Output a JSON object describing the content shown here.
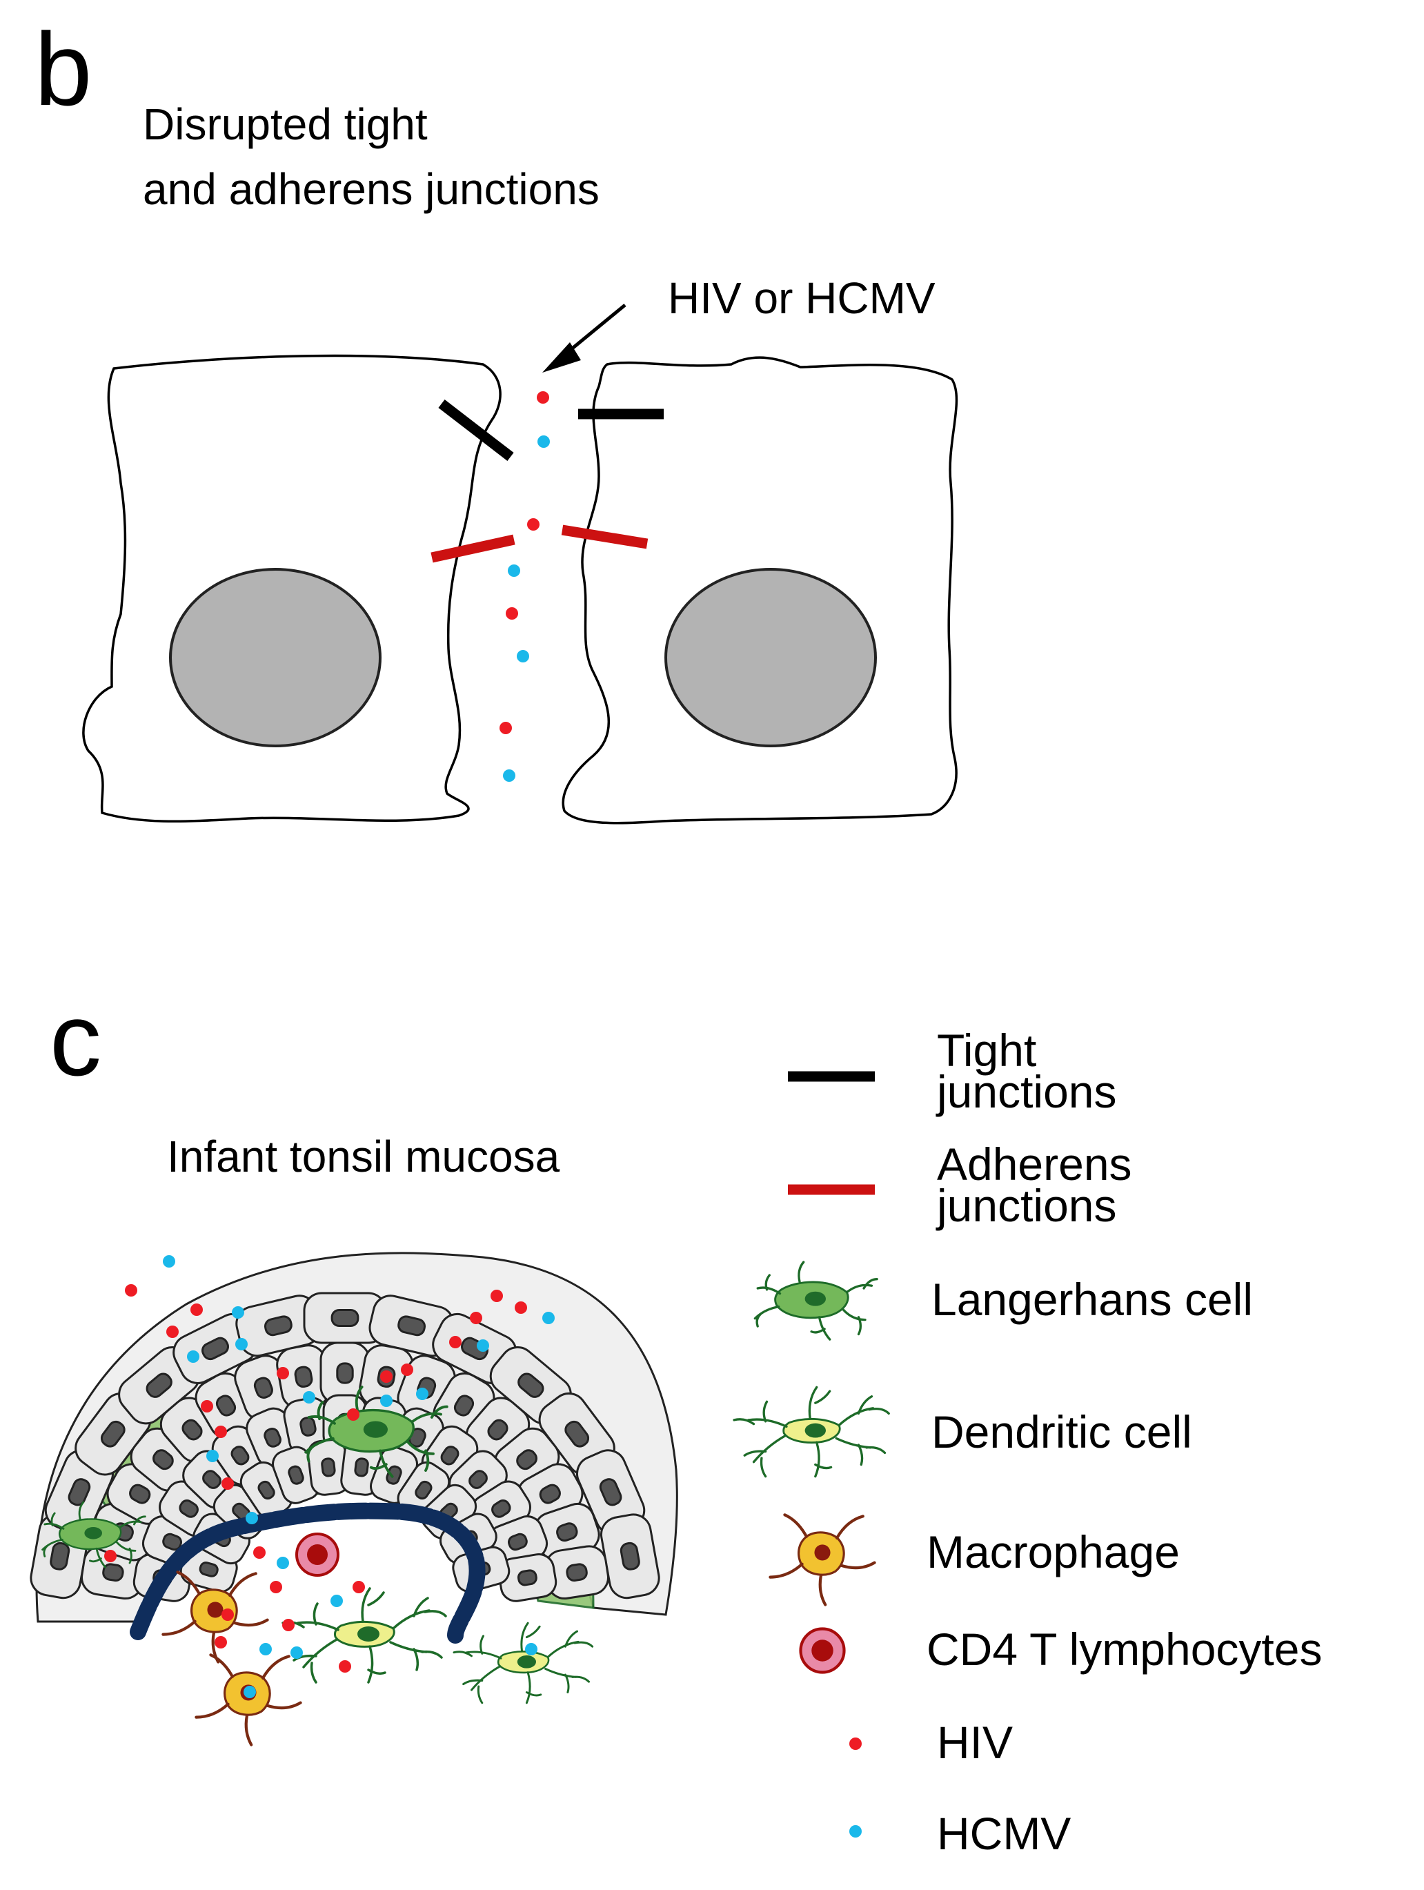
{
  "panel_b": {
    "letter": "b",
    "title_line1": "Disrupted tight",
    "title_line2": "and adherens junctions",
    "virus_label": "HIV or HCMV"
  },
  "panel_c": {
    "letter": "c",
    "title": "Infant tonsil mucosa"
  },
  "legend": {
    "tight_line1": "Tight",
    "tight_line2": "junctions",
    "adherens_line1": "Adherens",
    "adherens_line2": "junctions",
    "langerhans": "Langerhans cell",
    "dendritic": "Dendritic cell",
    "macrophage": "Macrophage",
    "cd4": "CD4 T lymphocytes",
    "hiv": "HIV",
    "hcmv": "HCMV"
  },
  "colors": {
    "tight_junction": "#000000",
    "adherens_junction": "#cc1111",
    "hiv": "#ee1c24",
    "hcmv": "#1ab8ea",
    "nucleus": "#b3b3b3",
    "epithelial_cell": "#e8e8e8",
    "epithelial_nucleus": "#555555",
    "basement_membrane": "#0f2d5c",
    "langerhans_fill": "#74b85a",
    "dendritic_fill": "#eef08c",
    "cell_outline_green": "#1d6b28",
    "macrophage_fill": "#f2c230",
    "macrophage_outline": "#7a2a12",
    "cd4_outer": "#e98aa8",
    "cd4_inner": "#a80c0c"
  }
}
